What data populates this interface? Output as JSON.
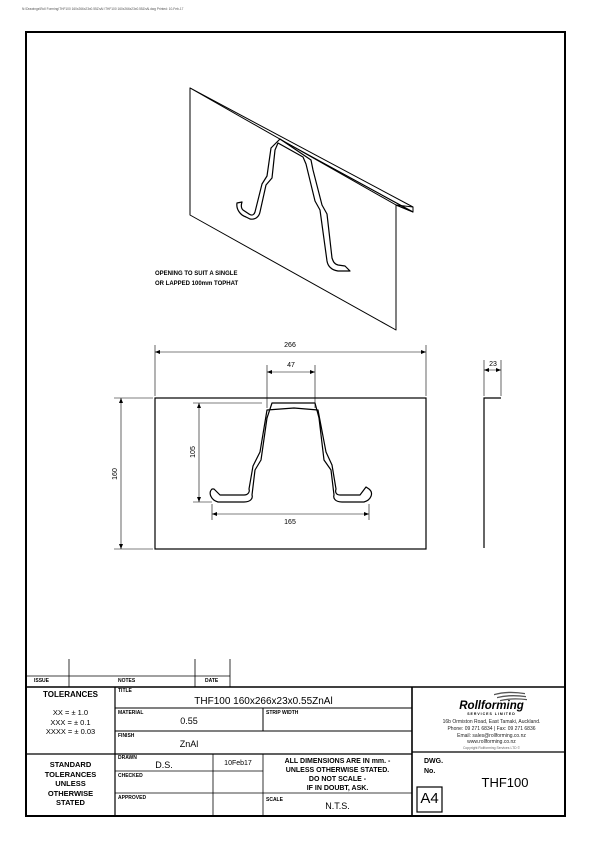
{
  "header_path": "N:\\Drawings\\Roll Forming\\THF100 160x266x23x0.55ZnAl \\THF100 160x266x23x0.55ZnAl.dwg  Printed: 10-Feb-17",
  "annotation": {
    "line1": "OPENING TO SUIT A SINGLE",
    "line2": "OR LAPPED 100mm TOPHAT"
  },
  "dimensions": {
    "overall_width": "266",
    "top_opening": "47",
    "height": "160",
    "profile_height": "105",
    "base_opening": "165",
    "lip": "23"
  },
  "title_block": {
    "issue_label": "ISSUE",
    "notes_label": "NOTES",
    "date_label": "DATE",
    "tolerances_label": "TOLERANCES",
    "tol_1": "XX = ± 1.0",
    "tol_2": "XXX = ± 0.1",
    "tol_3": "XXXX = ± 0.03",
    "standard_tol": [
      "STANDARD",
      "TOLERANCES",
      "UNLESS",
      "OTHERWISE",
      "STATED"
    ],
    "title_label": "TITLE",
    "title": "THF100 160x266x23x0.55ZnAl",
    "material_label": "MATERIAL",
    "material": "0.55",
    "strip_width_label": "STRIP WIDTH",
    "finish_label": "FINISH",
    "finish": "ZnAl",
    "drawn_label": "DRAWN",
    "drawn": "D.S.",
    "drawn_date": "10Feb17",
    "checked_label": "CHECKED",
    "approved_label": "APPROVED",
    "note": [
      "ALL DIMENSIONS ARE IN mm. -",
      "UNLESS OTHERWISE STATED.",
      "DO NOT SCALE -",
      "IF IN DOUBT, ASK."
    ],
    "scale_label": "SCALE",
    "scale": "N.T.S.",
    "company": "Rollforming",
    "company_sub": "SERVICES LIMITED",
    "address": "16b Ormiston Road, East Tamaki, Auckland.",
    "phone": "Phone: 09 271 6834 | Fax: 09 271 6836",
    "email": "Email: sales@rollforming.co.nz",
    "web": "www.rollforming.co.nz",
    "copyright": "Copyright Rollforming Services LTD ©",
    "dwg_label": "DWG.",
    "no_label": "No.",
    "dwg_no": "THF100",
    "sheet_size": "A4"
  }
}
